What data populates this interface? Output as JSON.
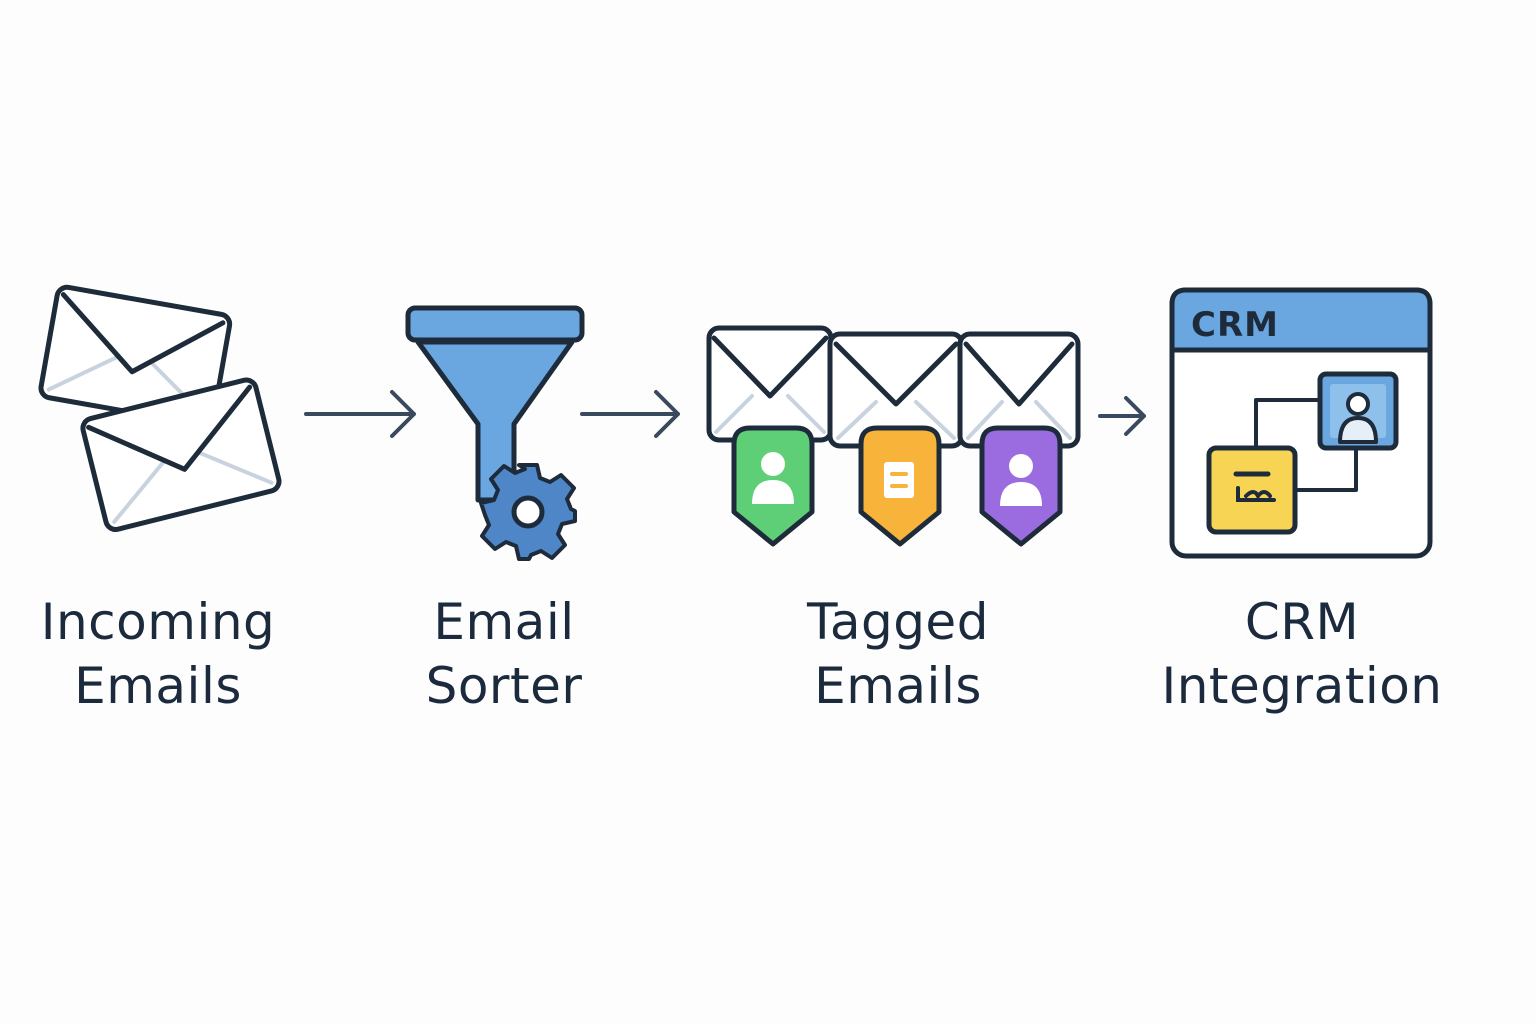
{
  "stages": [
    {
      "id": "incoming",
      "line1": "Incoming",
      "line2": "Emails"
    },
    {
      "id": "sorter",
      "line1": "Email",
      "line2": "Sorter"
    },
    {
      "id": "tagged",
      "line1": "Tagged",
      "line2": "Emails"
    },
    {
      "id": "crm",
      "line1": "CRM",
      "line2": "Integration"
    }
  ],
  "crm_window": {
    "title": "CRM"
  },
  "colors": {
    "outline": "#1d2b3a",
    "accent_blue": "#6aa6e0",
    "tag_green": "#5fcf77",
    "tag_orange": "#f7b33a",
    "tag_purple": "#9b6be0",
    "card_yellow": "#f8d455"
  },
  "icons": {
    "incoming": "stacked-envelopes-icon",
    "sorter": "funnel-gear-icon",
    "tagged": "tagged-envelopes-icon",
    "crm": "crm-window-icon"
  }
}
